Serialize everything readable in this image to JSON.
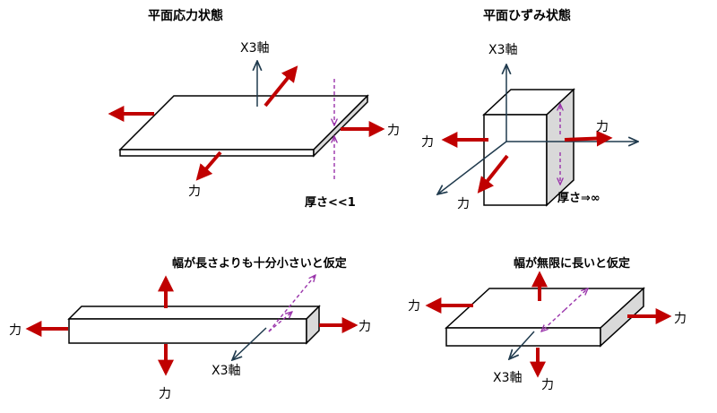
{
  "titles": {
    "plane_stress": "平面応力状態",
    "plane_strain": "平面ひずみ状態"
  },
  "labels": {
    "force": "力",
    "x3_axis": "X3軸",
    "thickness_small": "厚さ<<1",
    "thickness_infinite": "厚さ⇒∞",
    "width_small": "幅が長さよりも十分小さいと仮定",
    "width_infinite": "幅が無限に長いと仮定"
  },
  "colors": {
    "force_arrow": "#c00000",
    "axis": "#1f3a4d",
    "annotation": "#9933aa",
    "face_side": "#d9d9d9"
  }
}
